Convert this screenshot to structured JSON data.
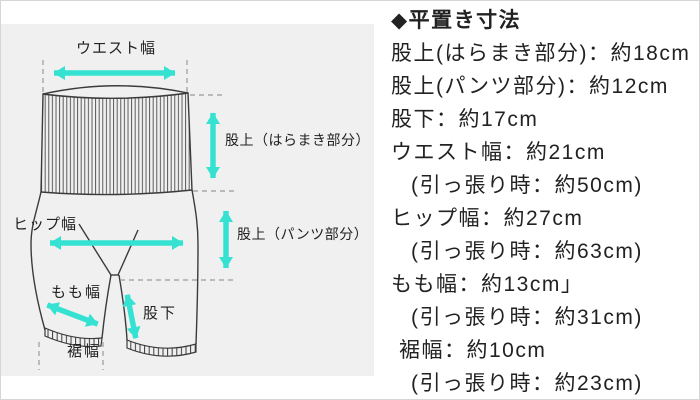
{
  "colors": {
    "accent_arrow": "#35e2d2",
    "panel_background": "#f0f0f0",
    "text": "#222222",
    "outline": "#3b3b3b",
    "dashed_guide": "#999999",
    "border": "#d6d6d6"
  },
  "diagram": {
    "labels": {
      "waist": "ウエスト幅",
      "rise_haramaki": "股上（はらまき部分）",
      "hip": "ヒップ幅",
      "rise_pants": "股上（パンツ部分）",
      "thigh": "もも幅",
      "inseam": "股下",
      "hem": "裾幅"
    }
  },
  "spec": {
    "title": "◆平置き寸法",
    "lines": [
      {
        "text": "股上(はらまき部分)：約18cm"
      },
      {
        "text": "股上(パンツ部分)：約12cm"
      },
      {
        "text": "股下：約17cm"
      },
      {
        "text": "ウエスト幅：約21cm"
      },
      {
        "text": "(引っ張り時：約50cm)"
      },
      {
        "text": "ヒップ幅：約27cm"
      },
      {
        "text": "(引っ張り時：約63cm)"
      },
      {
        "text": "もも幅：約13cm」"
      },
      {
        "text": "(引っ張り時：約31cm)"
      },
      {
        "text": "裾幅：約10cm"
      },
      {
        "text": "(引っ張り時：約23cm)"
      }
    ]
  }
}
